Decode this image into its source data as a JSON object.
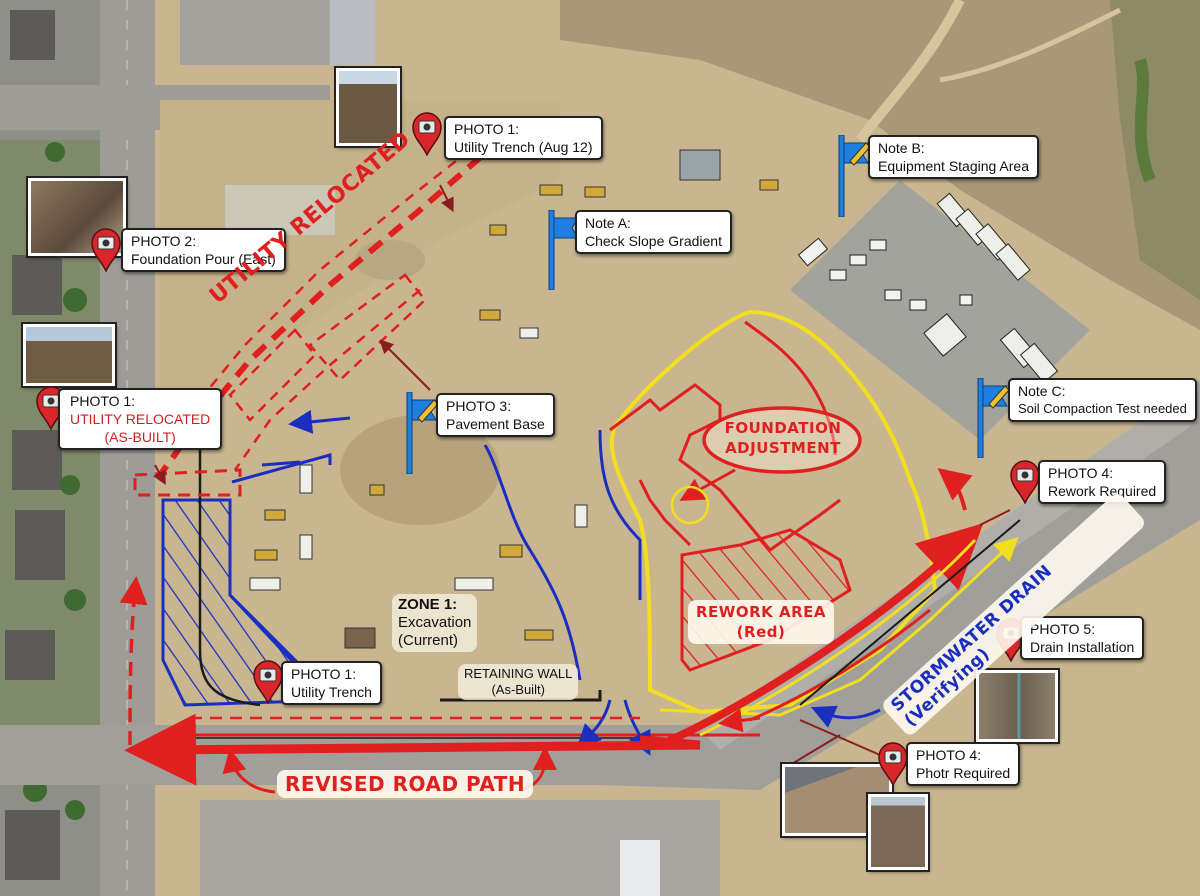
{
  "map": {
    "type": "aerial construction site markup",
    "colors": {
      "markup_red": "#e01f1f",
      "markup_blue": "#1a2fc0",
      "markup_yellow": "#f2de1e",
      "flag_blue": "#1e7fe0",
      "pin_red": "#d9262a",
      "soil": "#c8b48e",
      "pavement": "#a6a49f"
    }
  },
  "photo_pins": [
    {
      "id": "p1_top",
      "title": "PHOTO 1:",
      "caption": "Utility Trench (Aug 12)"
    },
    {
      "id": "p2",
      "title": "PHOTO 2:",
      "caption": "Foundation Pour (East)"
    },
    {
      "id": "p1_left",
      "title": "PHOTO 1:",
      "caption": "UTILITY RELOCATED",
      "caption2": "(AS-BUILT)"
    },
    {
      "id": "p1_bottom",
      "title": "PHOTO 1:",
      "caption": "Utility Trench"
    },
    {
      "id": "p4_right",
      "title": "PHOTO 4:",
      "caption": "Rework Required"
    },
    {
      "id": "p5",
      "title": "PHOTO 5:",
      "caption": "Drain Installation"
    },
    {
      "id": "p4_bottom",
      "title": "PHOTO 4:",
      "caption": "Photr Required"
    }
  ],
  "note_flags": [
    {
      "id": "note_a",
      "title": "Note A:",
      "caption": "Check Slope Gradient"
    },
    {
      "id": "note_b",
      "title": "Note B:",
      "caption": "Equipment Staging Area"
    },
    {
      "id": "note_c",
      "title": "Note C:",
      "caption": "Soil Compaction Test needed"
    },
    {
      "id": "photo3",
      "title": "PHOTO 3:",
      "caption": "Pavement Base"
    }
  ],
  "handwritten": {
    "utility_relocated": "UTILITY RELOCATED",
    "foundation_adjustment_1": "FOUNDATION",
    "foundation_adjustment_2": "ADJUSTMENT",
    "rework_area_1": "REWORK AREA",
    "rework_area_2": "(Red)",
    "stormwater_drain": "STORMWATER DRAIN (Verifying)",
    "revised_road_path": "REVISED ROAD PATH"
  },
  "labels": {
    "zone1_title": "ZONE 1:",
    "zone1_line2": "Excavation",
    "zone1_line3": "(Current)",
    "retaining_wall_1": "RETAINING WALL",
    "retaining_wall_2": "(As-Built)"
  }
}
